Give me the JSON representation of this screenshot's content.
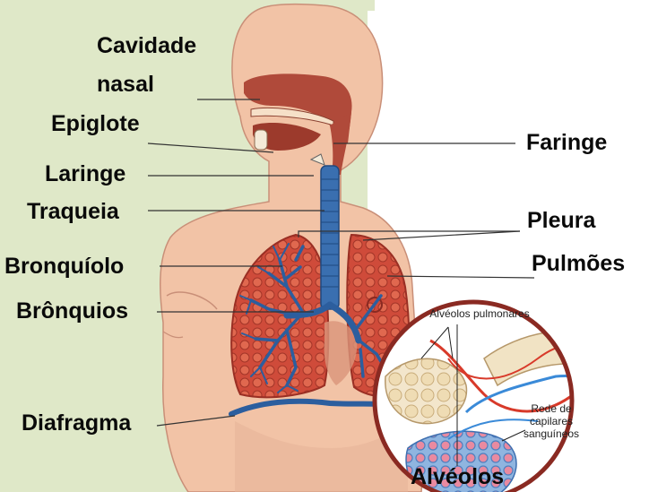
{
  "diagram": {
    "labels": {
      "nasal_cavity": [
        "Cavidade",
        "nasal"
      ],
      "epiglottis": "Epiglote",
      "larynx": "Laringe",
      "trachea": "Traqueia",
      "bronchiole": "Bronquíolo",
      "bronchi": "Brônquios",
      "diaphragm": "Diafragma",
      "pharynx": "Faringe",
      "pleura": "Pleura",
      "lungs": "Pulmões",
      "alveoli": "Alvéolos"
    },
    "inset": {
      "pulmonary_alveoli": "Alvéolos pulmonares",
      "capillary_network": [
        "Rede de",
        "capilares",
        "sanguíneos"
      ]
    }
  },
  "colors": {
    "background_panel": "#dfe8c8",
    "skin": "#f2c3a6",
    "skin_outline": "#c98f78",
    "nasal_cavity": "#b04a3a",
    "lung": "#cf4b3a",
    "airway": "#3a6fb0",
    "inset_border": "#8a2a22"
  }
}
